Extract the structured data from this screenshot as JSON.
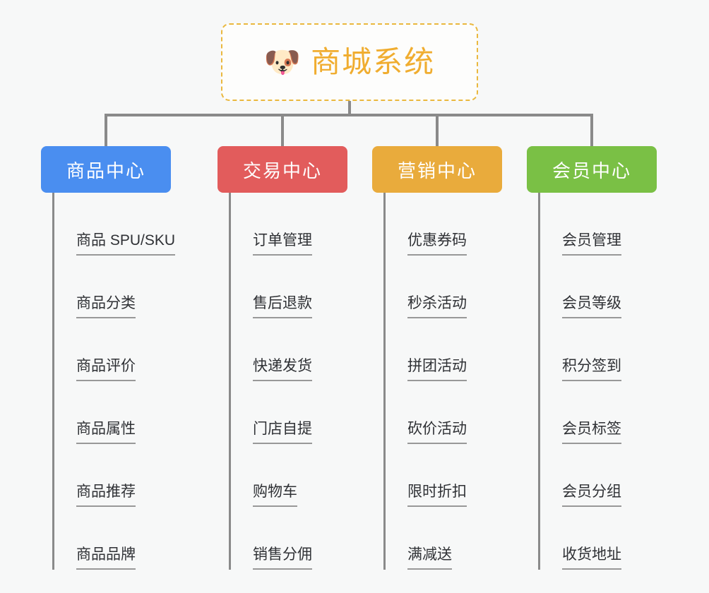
{
  "root": {
    "icon": "shiba-dog-emoji",
    "emoji": "🐶",
    "title": "商城系统",
    "color": "#f0ad30",
    "border_color": "#eab83e"
  },
  "columns": [
    {
      "title": "商品中心",
      "color": "#4a8ef0",
      "items": [
        "商品 SPU/SKU",
        "商品分类",
        "商品评价",
        "商品属性",
        "商品推荐",
        "商品品牌"
      ]
    },
    {
      "title": "交易中心",
      "color": "#e25c5c",
      "items": [
        "订单管理",
        "售后退款",
        "快递发货",
        "门店自提",
        "购物车",
        "销售分佣"
      ]
    },
    {
      "title": "营销中心",
      "color": "#e9ab3c",
      "items": [
        "优惠券码",
        "秒杀活动",
        "拼团活动",
        "砍价活动",
        "限时折扣",
        "满减送"
      ]
    },
    {
      "title": "会员中心",
      "color": "#7ac045",
      "items": [
        "会员管理",
        "会员等级",
        "积分签到",
        "会员标签",
        "会员分组",
        "收货地址"
      ]
    }
  ],
  "canvas": {
    "background": "#f7f8f8",
    "connector_color": "#8a8a8a",
    "leaf_text_color": "#2f3135",
    "leaf_underline_color": "#989898"
  }
}
